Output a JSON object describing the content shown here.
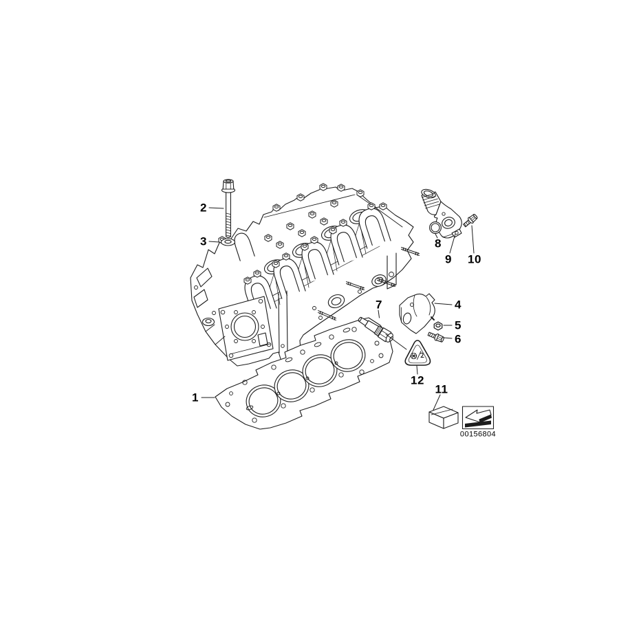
{
  "diagram": {
    "code": "00156804",
    "background": "#ffffff",
    "line_color": "#1c1c1c"
  },
  "callouts": {
    "1": "1",
    "2": "2",
    "3": "3",
    "4": "4",
    "5": "5",
    "6": "6",
    "7": "7",
    "8": "8",
    "9": "9",
    "10": "10",
    "11": "11",
    "12": "12"
  },
  "icons": {
    "warning_triangle": "recyclable-material-warning-triangle",
    "direction_stamp": "black-arrow-direction-stamp"
  }
}
